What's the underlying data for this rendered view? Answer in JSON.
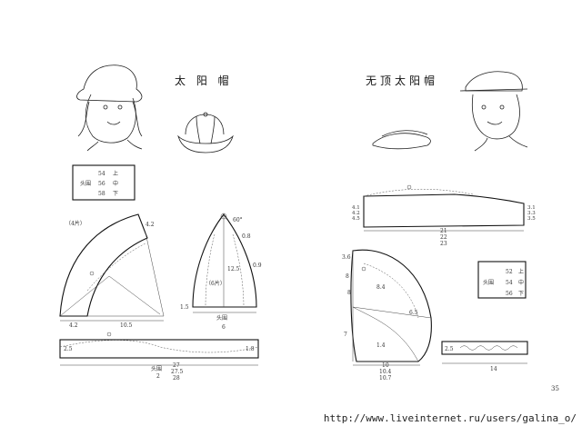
{
  "left": {
    "title": "太 阳 帽",
    "size_table": {
      "head_label": "头围",
      "rows": [
        {
          "size": "54",
          "grade": "上"
        },
        {
          "size": "56",
          "grade": "中"
        },
        {
          "size": "58",
          "grade": "下"
        }
      ]
    },
    "brim": {
      "pieces": "（4片）",
      "right_edge": "4.2",
      "bottom_left": "4.2",
      "bottom_width": "10.5"
    },
    "crown": {
      "angle": "60°",
      "pieces": "（6片）",
      "upper": "0.8",
      "side": "0.9",
      "height": "12.5",
      "base_height": "1.5",
      "base_label": "头围",
      "base_div": "6"
    },
    "band": {
      "left": "2.5",
      "right": "1.8",
      "label": "头围",
      "m1": "27",
      "m2": "27.5",
      "m3": "28",
      "div": "2"
    }
  },
  "right": {
    "title": "无顶太阳帽",
    "band": {
      "left1": "4.1",
      "left2": "4.2",
      "left3": "4.5",
      "right1": "3.1",
      "right2": "3.3",
      "right3": "3.5",
      "w1": "21",
      "w2": "22",
      "w3": "23"
    },
    "visor": {
      "t1": "3.6",
      "t2": "8",
      "t3": "8",
      "d1": "8.4",
      "d2": "6.5",
      "d3": "7",
      "d4": "1.4",
      "w1": "10",
      "w2": "10.4",
      "w3": "10.7"
    },
    "size_table": {
      "head_label": "头围",
      "rows": [
        {
          "size": "52",
          "grade": "上"
        },
        {
          "size": "54",
          "grade": "中"
        },
        {
          "size": "56",
          "grade": "下"
        }
      ]
    },
    "strap": {
      "left": "2.5",
      "width": "14"
    }
  },
  "page_number": "35",
  "watermark": "http://www.liveinternet.ru/users/galina_o/"
}
